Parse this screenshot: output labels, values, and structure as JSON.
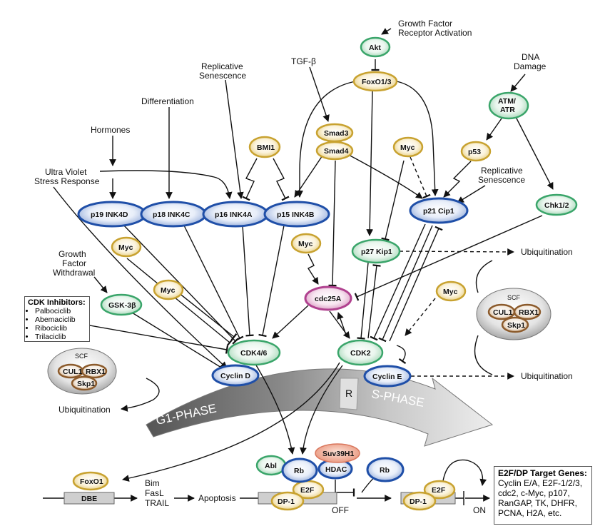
{
  "labels": {
    "growth_factor_receptor": [
      "Growth Factor",
      "Receptor Activation"
    ],
    "dna_damage": [
      "DNA",
      "Damage"
    ],
    "tgf_beta": "TGF-β",
    "replicative_senescence_top": [
      "Replicative",
      "Senescence"
    ],
    "differentiation": "Differentiation",
    "hormones": "Hormones",
    "uv_stress": [
      "Ultra Violet",
      "Stress Response"
    ],
    "replicative_senescence_right": [
      "Replicative",
      "Senescence"
    ],
    "growth_factor_withdrawal": [
      "Growth",
      "Factor",
      "Withdrawal"
    ],
    "ubiquitination_top": "Ubiquitination",
    "ubiquitination_mid": "Ubiquitination",
    "ubiquitination_left": "Ubiquitination",
    "g1_phase": "G1-PHASE",
    "r": "R",
    "s_phase": "S-PHASE",
    "bim": "Bim",
    "fasl": "FasL",
    "trail": "TRAIL",
    "apoptosis": "Apoptosis",
    "dbe": "DBE",
    "off": "OFF",
    "on": "ON",
    "scf": "SCF"
  },
  "nodes": {
    "akt": "Akt",
    "foxo13": "FoxO1/3",
    "atm_atr": [
      "ATM/",
      "ATR"
    ],
    "smad3": "Smad3",
    "smad4": "Smad4",
    "bmi1": "BMI1",
    "myc_top": "Myc",
    "p53": "p53",
    "p19": "p19 INK4D",
    "p18": "p18 INK4C",
    "p16": "p16 INK4A",
    "p15": "p15 INK4B",
    "p21": "p21 Cip1",
    "chk12": "Chk1/2",
    "myc_left": "Myc",
    "myc_mid": "Myc",
    "p27": "p27 Kip1",
    "gsk3b": "GSK-3β",
    "myc_gsk": "Myc",
    "cdc25a": "cdc25A",
    "myc_right": "Myc",
    "cul1": "CUL1",
    "rbx1": "RBX1",
    "skp1": "Skp1",
    "cdk46": "CDK4/6",
    "cyclin_d": "Cyclin D",
    "cdk2": "CDK2",
    "cyclin_e": "Cyclin E",
    "suv39h1": "Suv39H1",
    "abl": "Abl",
    "rb1": "Rb",
    "hdac": "HDAC",
    "rb2": "Rb",
    "foxo1": "FoxO1",
    "e2f1": "E2F",
    "dp1_1": "DP-1",
    "e2f2": "E2F",
    "dp1_2": "DP-1"
  },
  "cdk_inhibitors": {
    "title": "CDK Inhibitors:",
    "items": [
      "Palbociclib",
      "Abemaciclib",
      "Ribociclib",
      "Trilaciclib"
    ]
  },
  "target_genes": {
    "title": "E2F/DP Target Genes:",
    "lines": [
      "Cyclin E/A, E2F-1/2/3,",
      "cdc2, c-Myc, p107,",
      "RanGAP, TK, DHFR,",
      "PCNA, H2A, etc."
    ]
  },
  "colors": {
    "blue": "#1f4fa8",
    "green": "#3aa56a",
    "gold": "#c8a230",
    "magenta": "#b0418f",
    "brown": "#8b5a2b",
    "salmon": "#e08870"
  }
}
